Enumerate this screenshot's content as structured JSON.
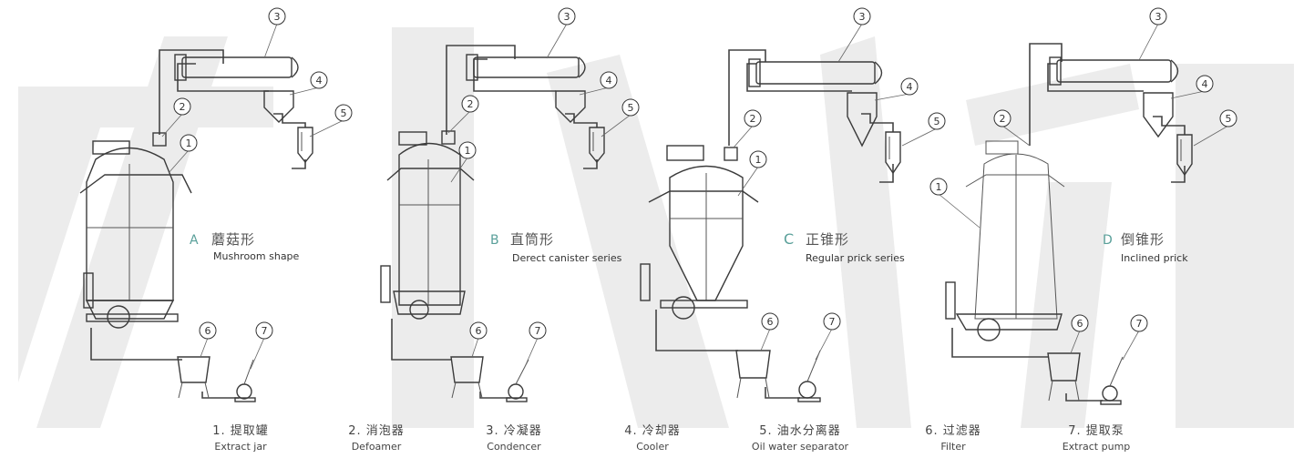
{
  "variants": [
    {
      "letter": "A",
      "name_cn": "蘑菇形",
      "name_en": "Mushroom shape"
    },
    {
      "letter": "B",
      "name_cn": "直筒形",
      "name_en": "Derect canister series"
    },
    {
      "letter": "C",
      "name_cn": "正锥形",
      "name_en": "Regular prick series"
    },
    {
      "letter": "D",
      "name_cn": "倒锥形",
      "name_en": "Inclined prick"
    }
  ],
  "callouts": [
    "①",
    "②",
    "③",
    "④",
    "⑤",
    "⑥",
    "⑦"
  ],
  "legend": [
    {
      "cn": "1. 提取罐",
      "en": "Extract jar"
    },
    {
      "cn": "2. 消泡器",
      "en": "Defoamer"
    },
    {
      "cn": "3. 冷凝器",
      "en": "Condencer"
    },
    {
      "cn": "4. 冷却器",
      "en": "Cooler"
    },
    {
      "cn": "5. 油水分离器",
      "en": "Oil water separator"
    },
    {
      "cn": "6. 过滤器",
      "en": "Filter"
    },
    {
      "cn": "7. 提取泵",
      "en": "Extract pump"
    }
  ]
}
